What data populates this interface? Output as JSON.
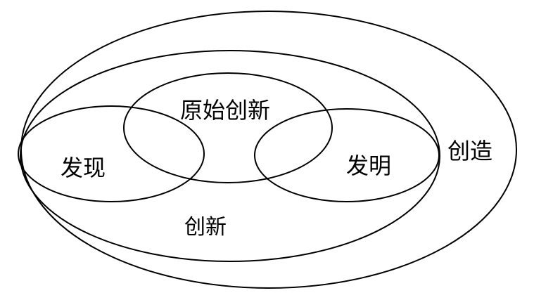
{
  "diagram": {
    "type": "nested-ellipse-venn",
    "regions": {
      "outer": "创造",
      "middle": "创新",
      "left": "发现",
      "right": "发明",
      "top_center": "原始创新"
    },
    "colors": {
      "stroke": "#000000",
      "background": "#ffffff",
      "text": "#000000"
    }
  }
}
